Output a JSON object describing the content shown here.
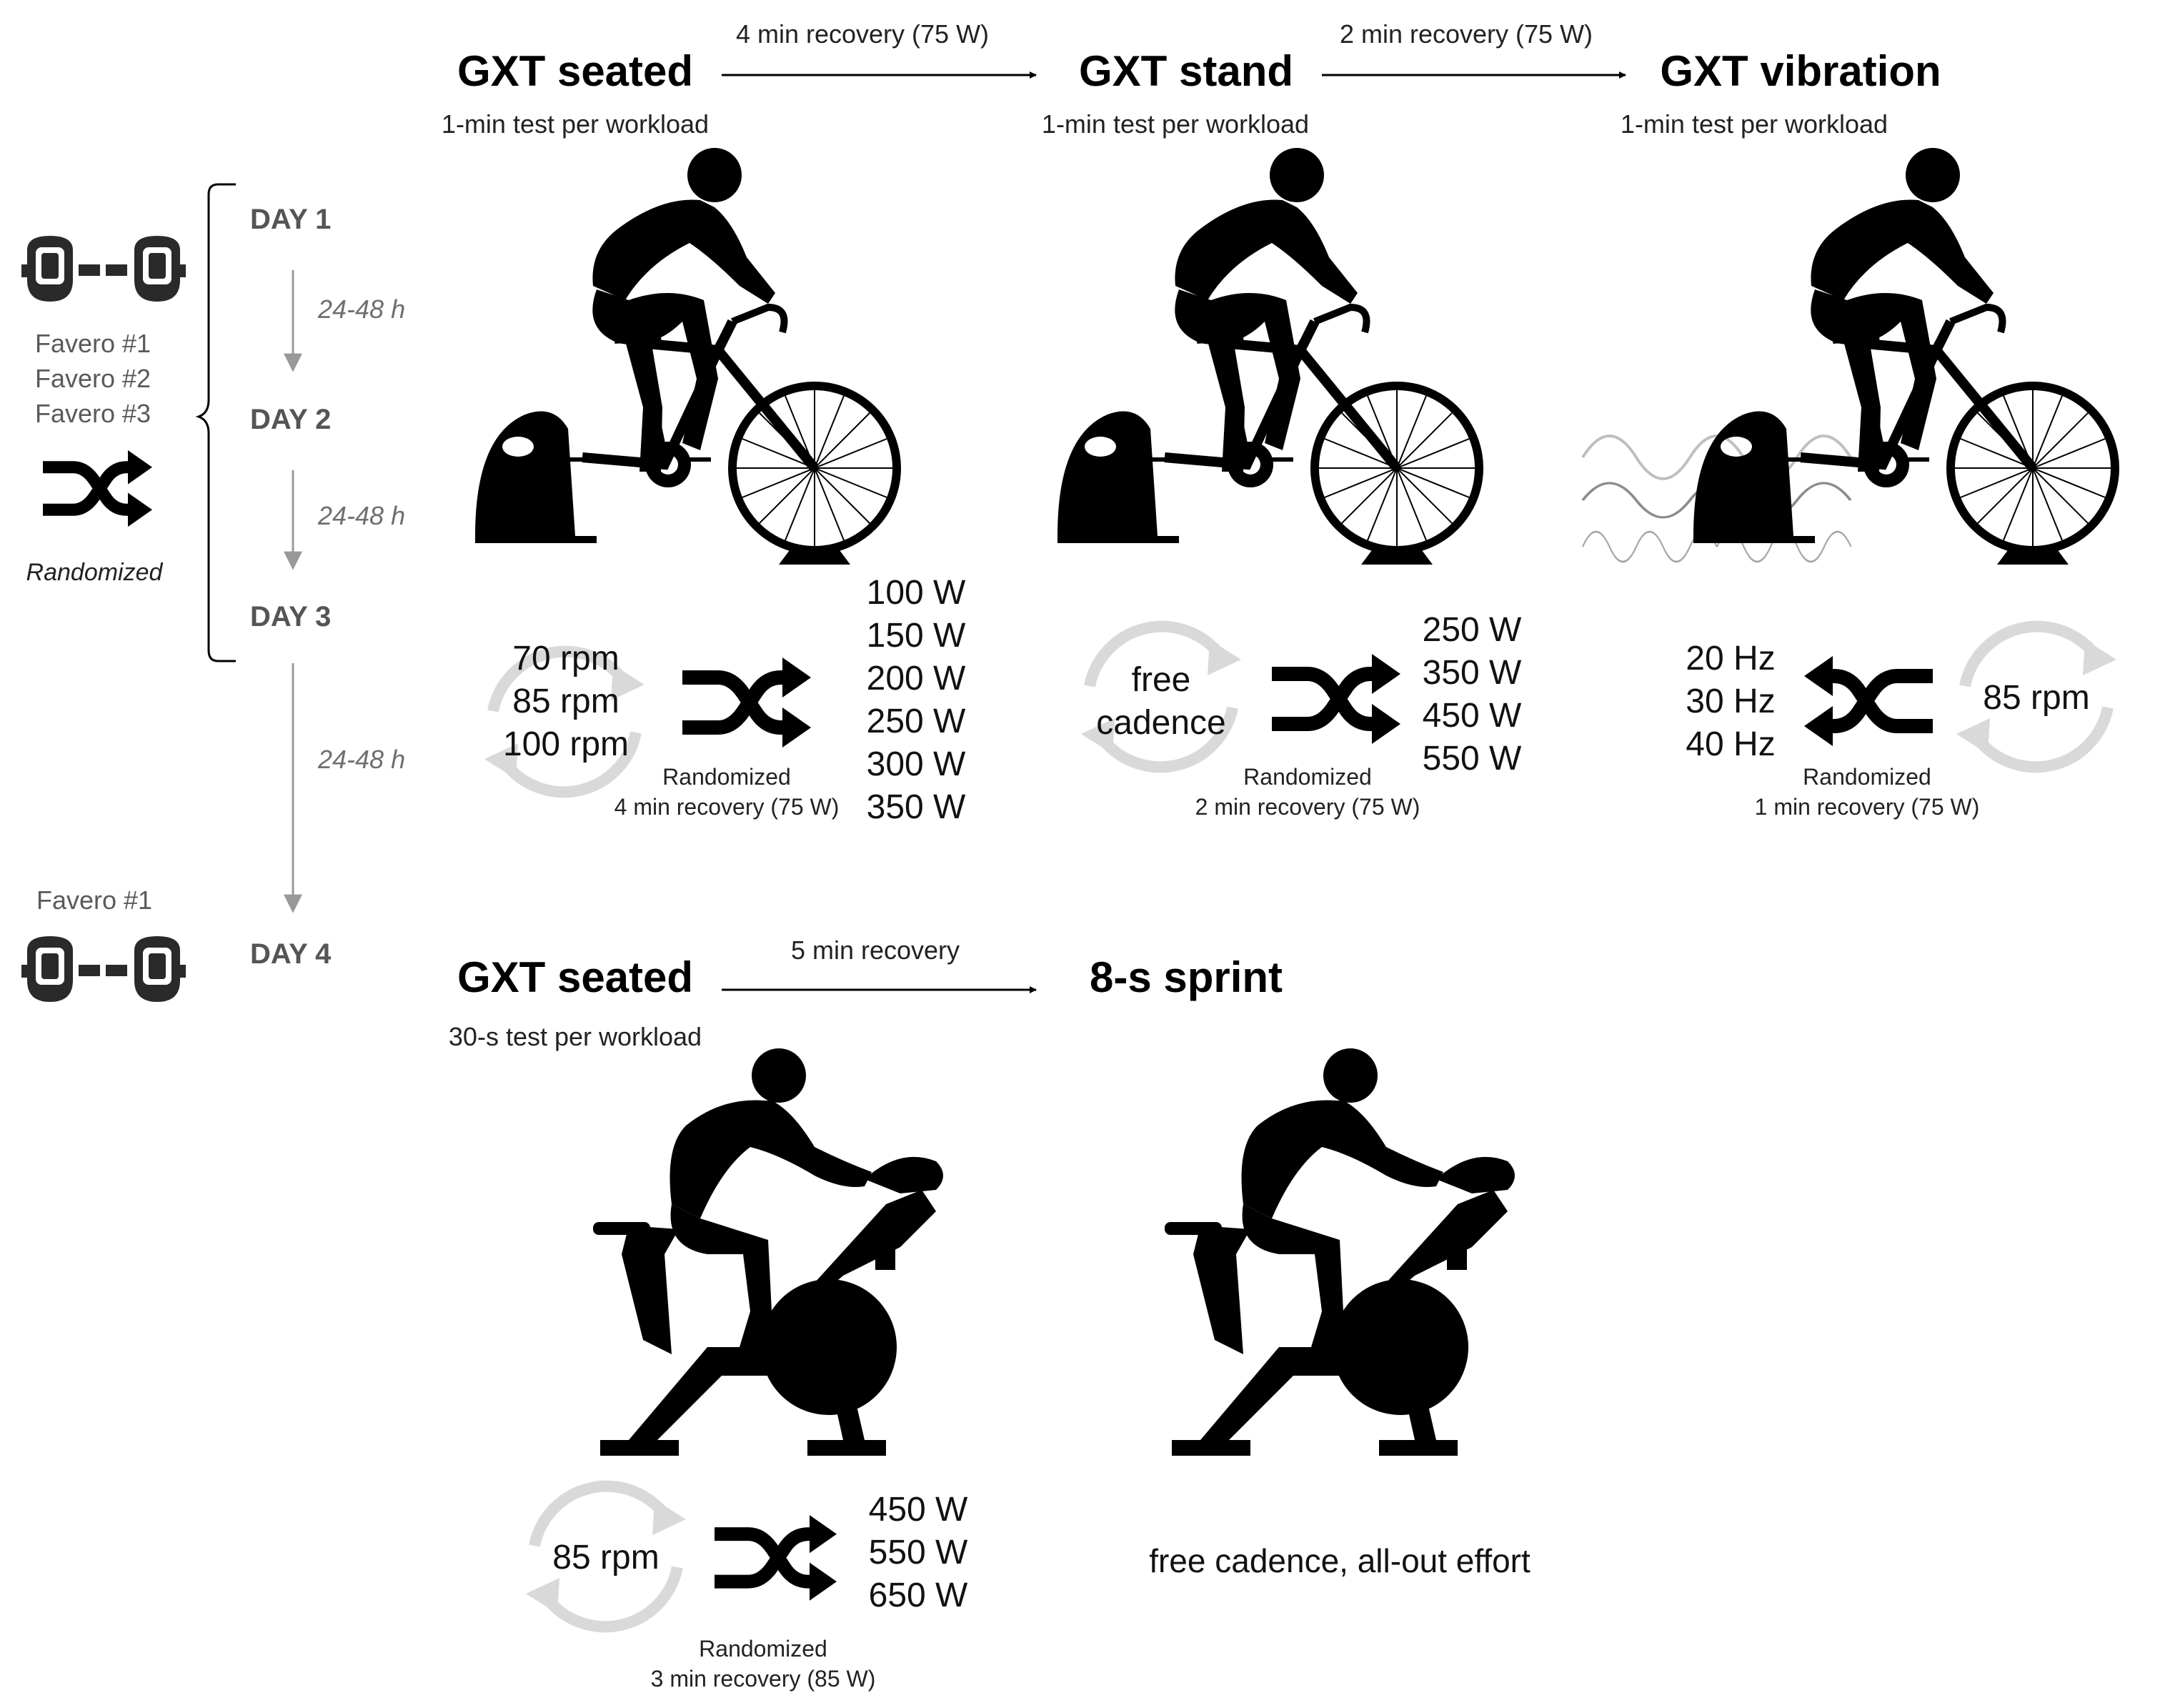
{
  "stages": {
    "gxt_seated_1": {
      "title": "GXT seated",
      "subtitle": "1-min test per workload"
    },
    "gxt_stand": {
      "title": "GXT stand",
      "subtitle": "1-min test per workload"
    },
    "gxt_vibration": {
      "title": "GXT vibration",
      "subtitle": "1-min test per workload"
    },
    "gxt_seated_2": {
      "title": "GXT seated",
      "subtitle": "30-s  test per workload"
    },
    "sprint": {
      "title": "8-s sprint",
      "subtitle": "free cadence, all-out effort"
    }
  },
  "transitions": {
    "seated_to_stand": "4 min recovery (75 W)",
    "stand_to_vibration": "2 min recovery (75 W)",
    "seated_to_sprint": "5 min recovery"
  },
  "days": [
    "DAY 1",
    "DAY 2",
    "DAY 3",
    "DAY 4"
  ],
  "intervals": [
    "24-48 h",
    "24-48 h",
    "24-48 h"
  ],
  "left_panel": {
    "pedals_top": [
      "Favero #1",
      "Favero #2",
      "Favero #3"
    ],
    "randomized_label": "Randomized",
    "pedals_bottom": [
      "Favero #1"
    ]
  },
  "protocols": {
    "seated_1": {
      "cadences": [
        "70 rpm",
        "85 rpm",
        "100 rpm"
      ],
      "workloads": [
        "100 W",
        "150 W",
        "200 W",
        "250 W",
        "300 W",
        "350 W"
      ],
      "randomized": "Randomized",
      "recovery": "4 min recovery (75 W)"
    },
    "stand": {
      "cadence_line1": "free",
      "cadence_line2": "cadence",
      "workloads": [
        "250 W",
        "350 W",
        "450 W",
        "550 W"
      ],
      "randomized": "Randomized",
      "recovery": "2 min recovery (75 W)"
    },
    "vibration": {
      "frequencies": [
        "20 Hz",
        "30 Hz",
        "40 Hz"
      ],
      "cadence": "85 rpm",
      "randomized": "Randomized",
      "recovery": "1 min recovery (75 W)"
    },
    "seated_2": {
      "cadence": "85 rpm",
      "workloads": [
        "450 W",
        "550 W",
        "650 W"
      ],
      "randomized": "Randomized",
      "recovery": "3 min recovery (85 W)"
    }
  },
  "icons": {
    "pedal": "pedal-icon",
    "shuffle": "shuffle-icon",
    "cycle": "cycle-arrows-icon",
    "cyclist_trainer": "cyclist-trainer-icon",
    "cyclist_spin": "cyclist-spin-bike-icon",
    "vibration_wave": "vibration-wave-icon"
  },
  "colors": {
    "ink": "#000000",
    "gray_text": "#555555",
    "light_arrow": "#d9d9d9",
    "mid_arrow": "#999999"
  }
}
